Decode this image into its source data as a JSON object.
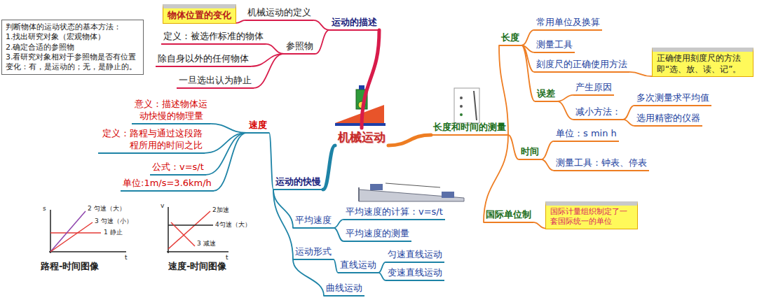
{
  "diagram": {
    "nodes": [
      {
        "text": [
          "机械运动"
        ]
      },
      {
        "text": [
          "运动的描述"
        ]
      },
      {
        "text": [
          "机械运动的定义"
        ]
      },
      {
        "text": [
          "物体位置的变化"
        ]
      },
      {
        "text": [
          "参照物"
        ]
      },
      {
        "text": [
          "定义：被选作标准的物体"
        ]
      },
      {
        "text": [
          "除自身以外的任何物体"
        ]
      },
      {
        "text": [
          "一旦选出认为静止"
        ]
      },
      {
        "text": [
          "判断物体的运动状态的基本方法：",
          "1.找出研究对象（宏观物体）",
          "2.确定合适的参照物",
          "3.看研究对象相对于参照物是否有位置变化：有，是运动的；无，是静止的。"
        ]
      },
      {
        "text": [
          "运动的快慢"
        ]
      },
      {
        "text": [
          "速度"
        ]
      },
      {
        "text": [
          "意义：描述物体运动快慢的物理量"
        ]
      },
      {
        "text": [
          "定义：路程与通过这段路程所用的时间之比"
        ]
      },
      {
        "text": [
          "公式：v=s/t"
        ]
      },
      {
        "text": [
          "单位:1m/s=3.6km/h"
        ]
      },
      {
        "text": [
          "平均速度"
        ]
      },
      {
        "text": [
          "平均速度的计算：v=s/t"
        ]
      },
      {
        "text": [
          "平均速度的测量"
        ]
      },
      {
        "text": [
          "运动形式"
        ]
      },
      {
        "text": [
          "直线运动"
        ]
      },
      {
        "text": [
          "匀速直线运动"
        ]
      },
      {
        "text": [
          "变速直线运动"
        ]
      },
      {
        "text": [
          "曲线运动"
        ]
      },
      {
        "text": [
          "长度和时间的测量"
        ]
      },
      {
        "text": [
          "长度"
        ]
      },
      {
        "text": [
          "常用单位及换算"
        ]
      },
      {
        "text": [
          "测量工具"
        ]
      },
      {
        "text": [
          "刻度尺的正确使用方法"
        ]
      },
      {
        "text": [
          "正确使用刻度尺的方法即“选、放、读、记”。"
        ]
      },
      {
        "text": [
          "误差"
        ]
      },
      {
        "text": [
          "产生原因"
        ]
      },
      {
        "text": [
          "减小方法："
        ]
      },
      {
        "text": [
          "多次测量求平均值"
        ]
      },
      {
        "text": [
          "选用精密的仪器"
        ]
      },
      {
        "text": [
          "时间"
        ]
      },
      {
        "text": [
          "单位：s min h"
        ]
      },
      {
        "text": [
          "测量工具：钟表、停表"
        ]
      },
      {
        "text": [
          "国际单位制"
        ]
      },
      {
        "text": [
          "国际计量组织制定了一套国际统一的单位"
        ]
      }
    ],
    "edges": [
      {
        "from": 0,
        "to": 1,
        "arrow": "none"
      },
      {
        "from": 1,
        "to": 2,
        "arrow": "none"
      },
      {
        "from": 2,
        "to": 3,
        "arrow": "none"
      },
      {
        "from": 1,
        "to": 4,
        "arrow": "none"
      },
      {
        "from": 4,
        "to": 5,
        "arrow": "none"
      },
      {
        "from": 4,
        "to": 6,
        "arrow": "none"
      },
      {
        "from": 4,
        "to": 7,
        "arrow": "none"
      },
      {
        "from": 0,
        "to": 9,
        "arrow": "none"
      },
      {
        "from": 9,
        "to": 10,
        "arrow": "none"
      },
      {
        "from": 10,
        "to": 11,
        "arrow": "none"
      },
      {
        "from": 10,
        "to": 12,
        "arrow": "none"
      },
      {
        "from": 10,
        "to": 13,
        "arrow": "none"
      },
      {
        "from": 10,
        "to": 14,
        "arrow": "none"
      },
      {
        "from": 9,
        "to": 15,
        "arrow": "none"
      },
      {
        "from": 15,
        "to": 16,
        "arrow": "none"
      },
      {
        "from": 15,
        "to": 17,
        "arrow": "none"
      },
      {
        "from": 9,
        "to": 18,
        "arrow": "none"
      },
      {
        "from": 18,
        "to": 19,
        "arrow": "none"
      },
      {
        "from": 19,
        "to": 20,
        "arrow": "none"
      },
      {
        "from": 19,
        "to": 21,
        "arrow": "none"
      },
      {
        "from": 18,
        "to": 22,
        "arrow": "none"
      },
      {
        "from": 0,
        "to": 23,
        "arrow": "none"
      },
      {
        "from": 23,
        "to": 24,
        "arrow": "none"
      },
      {
        "from": 24,
        "to": 25,
        "arrow": "none"
      },
      {
        "from": 24,
        "to": 26,
        "arrow": "none"
      },
      {
        "from": 24,
        "to": 27,
        "arrow": "none"
      },
      {
        "from": 27,
        "to": 28,
        "arrow": "none"
      },
      {
        "from": 24,
        "to": 29,
        "arrow": "none"
      },
      {
        "from": 29,
        "to": 30,
        "arrow": "none"
      },
      {
        "from": 29,
        "to": 31,
        "arrow": "none"
      },
      {
        "from": 31,
        "to": 32,
        "arrow": "none"
      },
      {
        "from": 31,
        "to": 33,
        "arrow": "none"
      },
      {
        "from": 23,
        "to": 34,
        "arrow": "none"
      },
      {
        "from": 34,
        "to": 35,
        "arrow": "none"
      },
      {
        "from": 34,
        "to": 36,
        "arrow": "none"
      },
      {
        "from": 23,
        "to": 37,
        "arrow": "none"
      },
      {
        "from": 37,
        "to": 38,
        "arrow": "none"
      }
    ],
    "labels": [
      "s",
      "t",
      "2 匀速（大）",
      "3 匀速（小）",
      "1 静止",
      "路程-时间图像",
      "v",
      "t",
      "2加速",
      "4匀速（大）",
      "3 减速",
      "速度-时间图像"
    ]
  }
}
